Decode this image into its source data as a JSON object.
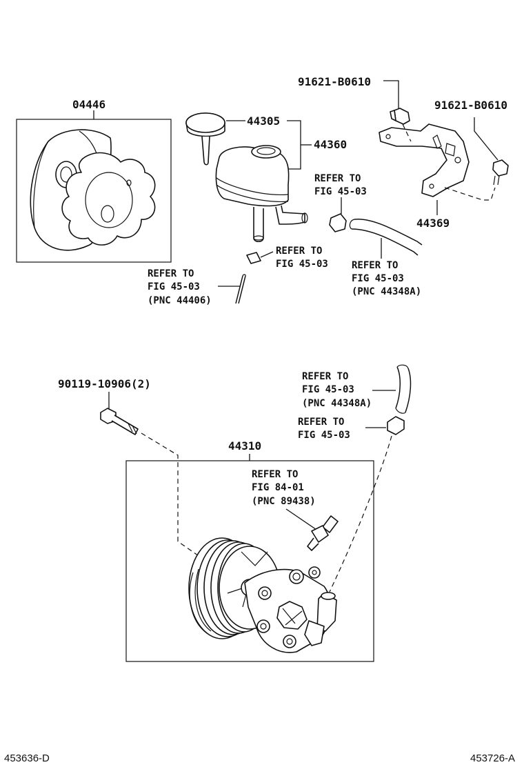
{
  "parts": {
    "seal_kit": "04446",
    "reservoir_cap": "44305",
    "reservoir": "44360",
    "bolt_upper_left": "91621-B0610",
    "bolt_upper_right": "91621-B0610",
    "bracket": "44369",
    "pump_bolt": "90119-10906(2)",
    "pump": "44310"
  },
  "refs": {
    "clamp_a": [
      "REFER TO",
      "FIG 45-03"
    ],
    "hose_a": [
      "REFER TO",
      "FIG 45-03",
      "(PNC 44406)"
    ],
    "clamp_b": [
      "REFER TO",
      "FIG 45-03"
    ],
    "hose_b": [
      "REFER TO",
      "FIG 45-03",
      "(PNC 44348A)"
    ],
    "hose_c": [
      "REFER TO",
      "FIG 45-03",
      "(PNC 44348A)"
    ],
    "clamp_c": [
      "REFER TO",
      "FIG 45-03"
    ],
    "sensor": [
      "REFER TO",
      "FIG 84-01",
      "(PNC 89438)"
    ]
  },
  "footer": {
    "left_code": "453636-D",
    "right_code": "453726-A"
  }
}
